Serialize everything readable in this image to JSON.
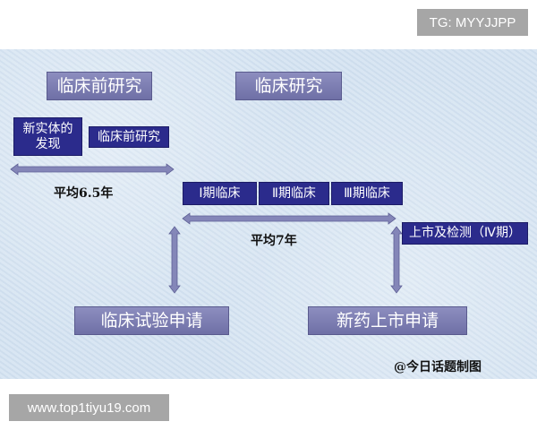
{
  "watermarks": {
    "top": "TG: MYYJJPP",
    "bottom": "www.top1tiyu19.com"
  },
  "diagram": {
    "stage_headers": {
      "preclinical": "临床前研究",
      "clinical": "临床研究"
    },
    "preclinical_steps": {
      "discovery": "新实体的发现",
      "discovery_line1": "新实体的",
      "discovery_line2": "发现",
      "preclinical": "临床前研究"
    },
    "preclinical_duration": "平均6.5年",
    "clinical_phases": [
      {
        "label": "Ⅰ期临床"
      },
      {
        "label": "Ⅱ期临床"
      },
      {
        "label": "Ⅲ期临床"
      }
    ],
    "clinical_duration": "平均7年",
    "post_market": "上市及检测（Ⅳ期）",
    "applications": {
      "ind": "临床试验申请",
      "nda": "新药上市申请"
    },
    "credit": "@今日话题制图"
  },
  "colors": {
    "panel_bg": "#d6e4f1",
    "header_box": "#7e7fb2",
    "navy_box": "#2b2b8c",
    "arrow": "#8486b8",
    "watermark_bg": "#a6a6a6"
  }
}
